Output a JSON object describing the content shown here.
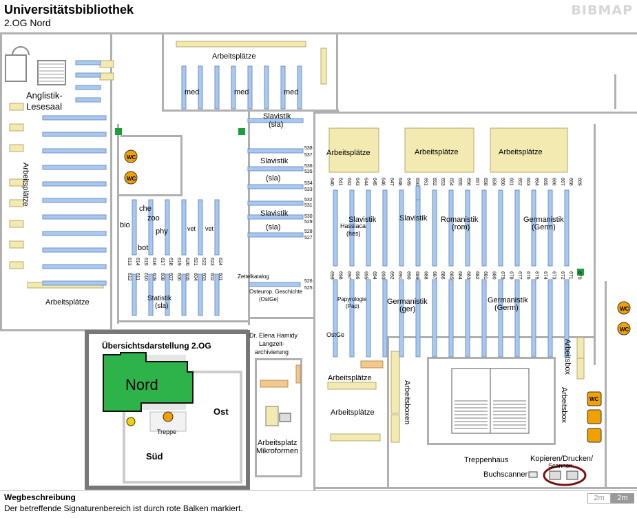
{
  "header": {
    "title": "Universitätsbibliothek",
    "subtitle": "2.OG Nord",
    "brand": "BIBMAP"
  },
  "map": {
    "rooms": {
      "anglistik": "Anglistik-",
      "lesesaal": "Lesesaal",
      "arbeitsplaetze": "Arbeitsplätze",
      "arbeitsboxen": "Arbeitsboxen",
      "arbeitsbox": "Arbeitsbox",
      "treppenhaus": "Treppenhaus",
      "buchscanner": "Buchscanner",
      "kopieren": "Kopieren/Drucken/",
      "scannen": "Scannen",
      "ostge": "OstGe",
      "zettelkatalog": "Zettelkatalog",
      "osteurop_1": "Osteurop. Geschichte",
      "osteurop_2": "(OstGe)",
      "hamidy_1": "Dr. Elena Hamidy",
      "hamidy_2": "Langzeit-",
      "hamidy_3": "archivierung",
      "mikro_1": "Arbeitsplatz",
      "mikro_2": "Mikroformen",
      "wc": "WC"
    },
    "subjects": {
      "med": "med",
      "slavistik": "Slavistik",
      "sla": "(sla)",
      "bio": "bio",
      "che": "che",
      "zoo": "zoo",
      "phy": "phy",
      "vet": "vet",
      "bot": "bot",
      "statistik": "Statistik",
      "hassiaca": "Hassiaca",
      "hes": "(hes)",
      "romanistik": "Romanistik",
      "rom": "(rom)",
      "germanistik": "Germanistik",
      "germ": "(Germ)",
      "ger": "(ger)",
      "papyrologie": "Papyrologie",
      "pap": "(Pap)"
    },
    "shelf_numbers": {
      "sla_right": [
        "538",
        "537",
        "536",
        "535",
        "534",
        "533",
        "532",
        "531",
        "530",
        "529",
        "528",
        "527",
        "526",
        "525"
      ],
      "bio_top": [
        "613",
        "614",
        "615",
        "616",
        "617",
        "618",
        "619",
        "620",
        "621",
        "622",
        "623",
        "624"
      ],
      "bio_bottom": [
        "612",
        "611",
        "610",
        "609",
        "608",
        "607",
        "606",
        "605",
        "604",
        "603",
        "602",
        "601"
      ],
      "north_top": [
        "640",
        "641",
        "642",
        "643",
        "644",
        "645",
        "646",
        "647",
        "648",
        "649",
        "650",
        "651",
        "652",
        "653",
        "654",
        "655",
        "656",
        "657",
        "658",
        "659",
        "660",
        "661",
        "662",
        "663",
        "664",
        "665",
        "666",
        "667",
        "668",
        "669"
      ],
      "north_bottom": [
        "699",
        "698",
        "697",
        "696",
        "695",
        "694",
        "693",
        "692",
        "691",
        "690",
        "689",
        "688",
        "687",
        "686",
        "685",
        "684",
        "683",
        "682",
        "681",
        "680",
        "679",
        "678",
        "677",
        "676",
        "675",
        "674",
        "673",
        "672",
        "671",
        "670"
      ]
    }
  },
  "overview": {
    "title": "Übersichtsdarstellung 2.OG",
    "nord": "Nord",
    "ost": "Ost",
    "sued": "Süd",
    "treppe": "Treppe"
  },
  "footer": {
    "heading": "Wegbeschreibung",
    "text": "Der betreffende Signaturenbereich ist durch rote Balken markiert.",
    "scale_a": "2m",
    "scale_b": "2m"
  },
  "colors": {
    "shelf": "#a9c8ef",
    "table": "#f3eab2",
    "wall": "#b0b0b0",
    "nord": "#2db34a",
    "wc": "#f0a000",
    "highlight": "#7a1010"
  }
}
